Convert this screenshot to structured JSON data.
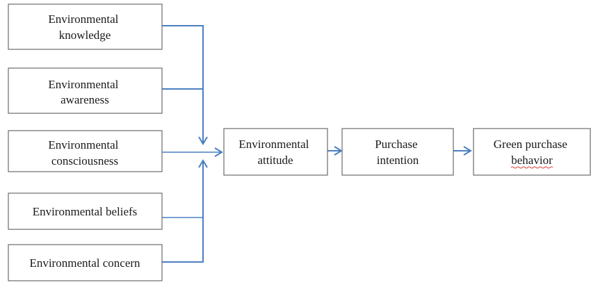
{
  "nodes": {
    "env_knowledge": [
      "Environmental",
      "knowledge"
    ],
    "env_awareness": [
      "Environmental",
      "awareness"
    ],
    "env_consciousness": [
      "Environmental",
      "consciousness"
    ],
    "env_beliefs": [
      "Environmental beliefs"
    ],
    "env_concern": [
      "Environmental concern"
    ],
    "env_attitude": [
      "Environmental",
      "attitude"
    ],
    "purchase_intention": [
      "Purchase",
      "intention"
    ],
    "green_purchase_behavior": [
      "Green purchase",
      "behavior"
    ]
  },
  "colors": {
    "connector": "#4a7ec2",
    "box_border": "#6b6b6b",
    "text": "#1a1a1a",
    "spellcheck_underline": "#d94040"
  }
}
